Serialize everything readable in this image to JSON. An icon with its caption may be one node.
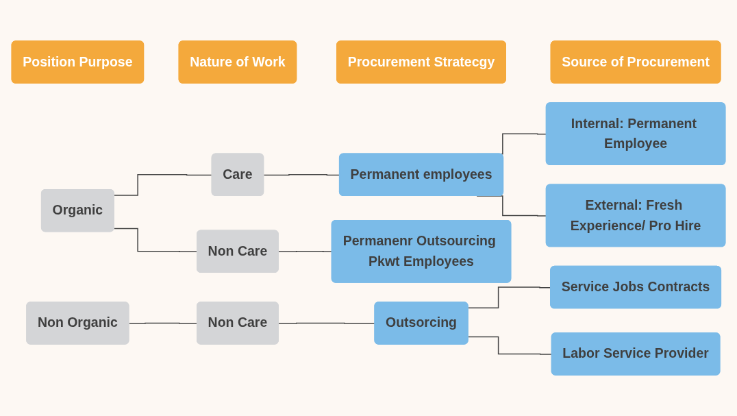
{
  "diagram": {
    "nodes": [
      {
        "text": [
          "Position Purpose"
        ]
      },
      {
        "text": [
          "Nature of Work"
        ]
      },
      {
        "text": [
          "Procurement Stratecgy"
        ]
      },
      {
        "text": [
          "Source of Procurement"
        ]
      },
      {
        "text": [
          "Organic"
        ]
      },
      {
        "text": [
          "Care"
        ]
      },
      {
        "text": [
          "Non Care"
        ]
      },
      {
        "text": [
          "Permanent employees"
        ]
      },
      {
        "text": [
          "Permanenr Outsourcing Pkwt Employees"
        ]
      },
      {
        "text": [
          "Internal: Permanent Employee"
        ]
      },
      {
        "text": [
          "External: Fresh Experience/ Pro Hire"
        ]
      },
      {
        "text": [
          "Non Organic"
        ]
      },
      {
        "text": [
          "Non Care"
        ]
      },
      {
        "text": [
          "Outsorcing"
        ]
      },
      {
        "text": [
          "Service Jobs Contracts"
        ]
      },
      {
        "text": [
          "Labor Service Provider"
        ]
      }
    ],
    "edges": [
      {
        "from": 4,
        "to": 5,
        "arrow": "none"
      },
      {
        "from": 4,
        "to": 6,
        "arrow": "none"
      },
      {
        "from": 5,
        "to": 7,
        "arrow": "none"
      },
      {
        "from": 6,
        "to": 8,
        "arrow": "none"
      },
      {
        "from": 7,
        "to": 9,
        "arrow": "none"
      },
      {
        "from": 7,
        "to": 10,
        "arrow": "none"
      },
      {
        "from": 11,
        "to": 12,
        "arrow": "none"
      },
      {
        "from": 12,
        "to": 13,
        "arrow": "none"
      },
      {
        "from": 13,
        "to": 14,
        "arrow": "none"
      },
      {
        "from": 13,
        "to": 15,
        "arrow": "none"
      }
    ]
  }
}
